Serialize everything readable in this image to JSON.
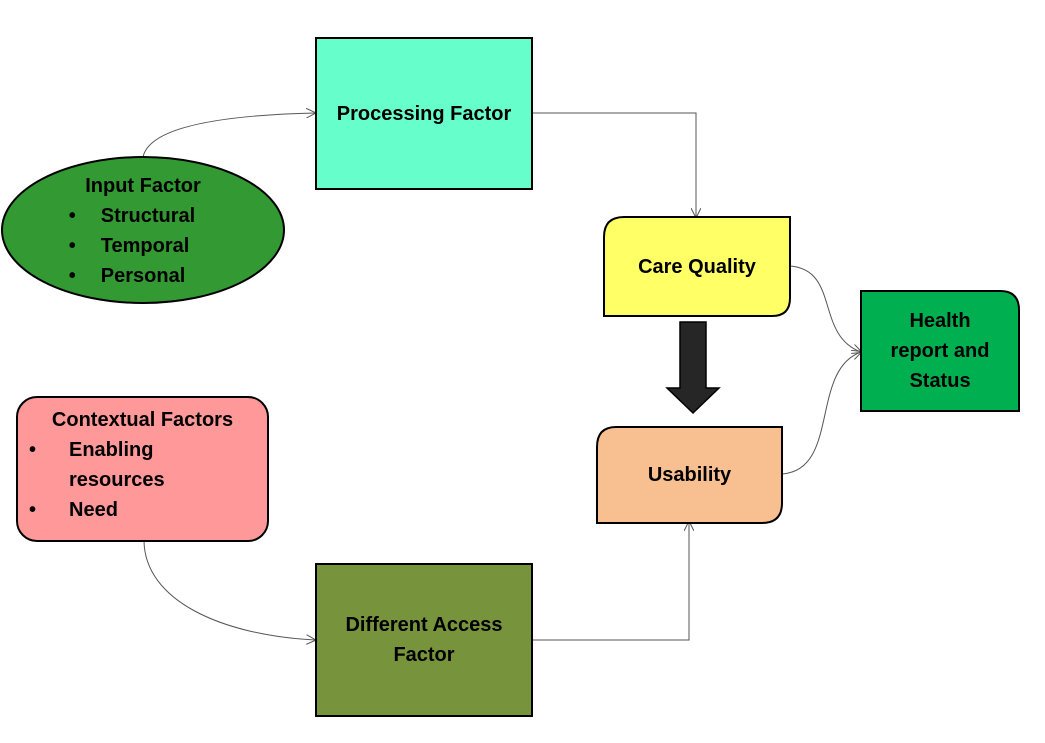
{
  "nodes": {
    "processing": {
      "label": "Processing Factor",
      "color": "#66ffcc"
    },
    "input": {
      "title": "Input Factor",
      "items": [
        "Structural",
        "Temporal",
        "Personal"
      ],
      "color": "#339933"
    },
    "care_quality": {
      "label": "Care Quality",
      "color": "#ffff66"
    },
    "health": {
      "line1": "Health",
      "line2": "report and",
      "line3": "Status",
      "color": "#00b050"
    },
    "contextual": {
      "title": "Contextual Factors",
      "items": [
        "Enabling",
        "resources",
        "Need"
      ],
      "color": "#ff9999"
    },
    "usability": {
      "label": "Usability",
      "color": "#f8c090"
    },
    "access": {
      "line1": "Different Access",
      "line2": "Factor",
      "color": "#77933c"
    }
  },
  "colors": {
    "connector": "#555555",
    "big_arrow": "#262626",
    "outline": "#000000"
  }
}
